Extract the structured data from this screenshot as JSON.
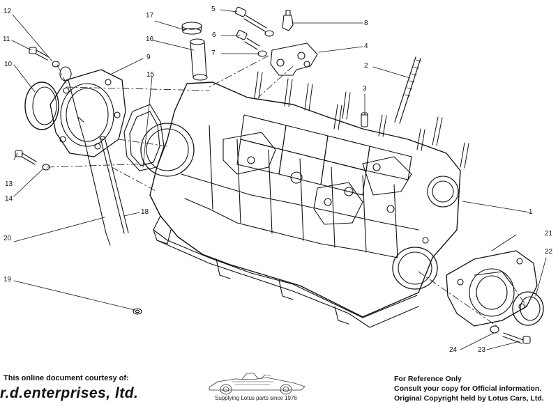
{
  "callouts": [
    "1",
    "2",
    "3",
    "4",
    "5",
    "6",
    "7",
    "8",
    "9",
    "10",
    "11",
    "12",
    "13",
    "14",
    "15",
    "16",
    "17",
    "18",
    "19",
    "20",
    "21",
    "22",
    "23",
    "24"
  ],
  "footer": {
    "courtesy": "This online document courtesy of:",
    "company": "r.d.enterprises, ltd.",
    "tagline": "Supplying Lotus parts since 1976",
    "reference_only": "For Reference Only",
    "consult": "Consult your copy for Official information.",
    "copyright": "Original Copyright held by Lotus Cars, Ltd."
  },
  "colors": {
    "ink": "#111111",
    "background": "#ffffff"
  }
}
